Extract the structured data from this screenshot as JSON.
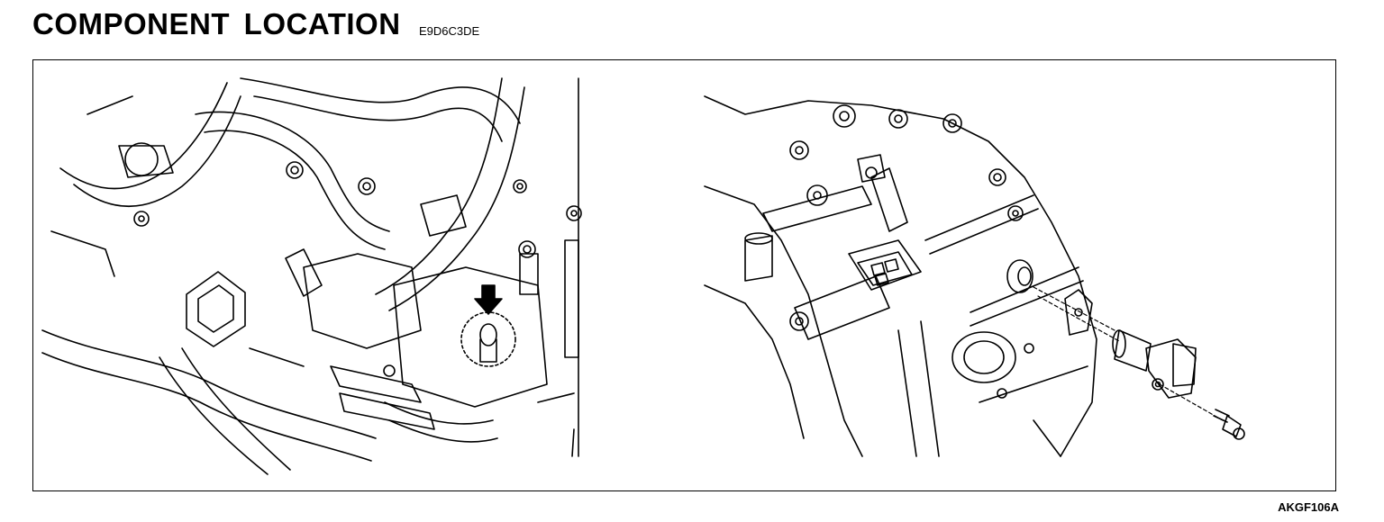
{
  "header": {
    "title": "COMPONENT  LOCATION",
    "doc_code": "E9D6C3DE"
  },
  "figure": {
    "reference_id": "AKGF106A"
  }
}
